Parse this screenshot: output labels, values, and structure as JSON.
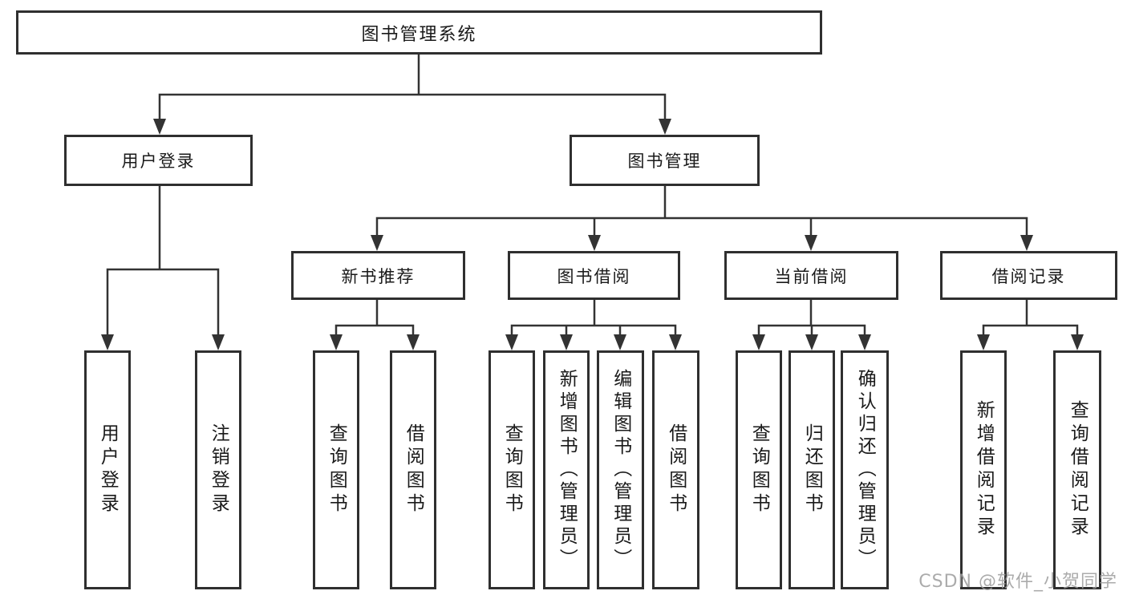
{
  "diagram": {
    "root": {
      "label": "图书管理系统"
    },
    "level2": {
      "user_login": {
        "label": "用户登录"
      },
      "book_management": {
        "label": "图书管理"
      }
    },
    "level3": {
      "new_book_recommend": {
        "label": "新书推荐"
      },
      "book_borrowing": {
        "label": "图书借阅"
      },
      "current_borrowing": {
        "label": "当前借阅"
      },
      "borrowing_records": {
        "label": "借阅记录"
      }
    },
    "leaves": {
      "user_login": "用户登录",
      "logout_login": "注销登录",
      "nb_query_book": "查询图书",
      "nb_borrow_book": "借阅图书",
      "bb_query_book": "查询图书",
      "bb_add_book": "新增图书（管理员）",
      "bb_edit_book": "编辑图书（管理员）",
      "bb_borrow_book": "借阅图书",
      "cb_query_book": "查询图书",
      "cb_return_book": "归还图书",
      "cb_confirm_return": "确认归还（管理员）",
      "br_add_record": "新增借阅记录",
      "br_query_record": "查询借阅记录"
    },
    "watermark": "CSDN @软件_小贺同学",
    "colors": {
      "line": "#333333",
      "border": "#2f2f2f",
      "text": "#1a1a1a",
      "watermark": "#9d9d9d",
      "background": "#ffffff"
    }
  }
}
